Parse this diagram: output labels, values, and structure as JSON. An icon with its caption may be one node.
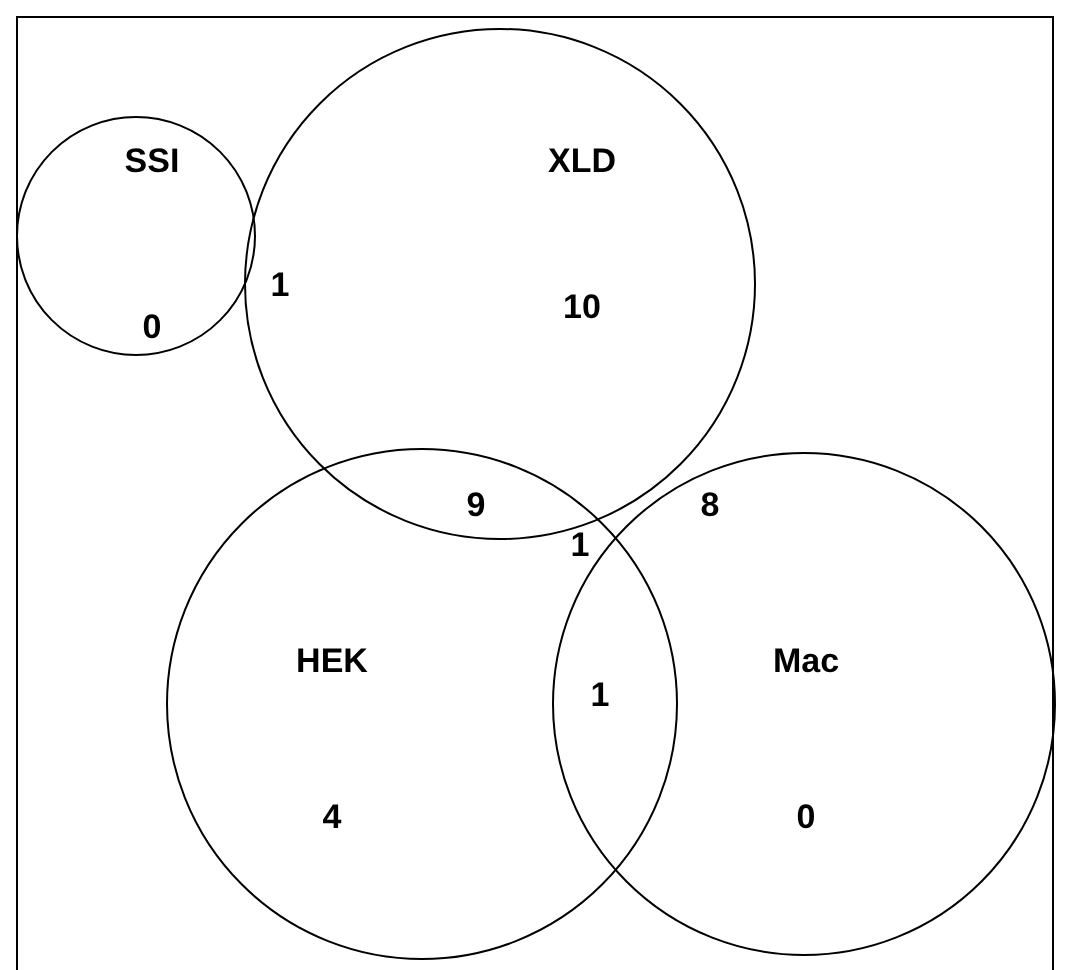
{
  "diagram": {
    "nodes": [
      {
        "text": [
          "SSI",
          "0"
        ]
      },
      {
        "text": [
          "XLD",
          "10"
        ]
      },
      {
        "text": [
          "HEK",
          "4"
        ]
      },
      {
        "text": [
          "Mac",
          "0"
        ]
      }
    ],
    "labels": [
      "1",
      "9",
      "8",
      "1",
      "1"
    ]
  }
}
